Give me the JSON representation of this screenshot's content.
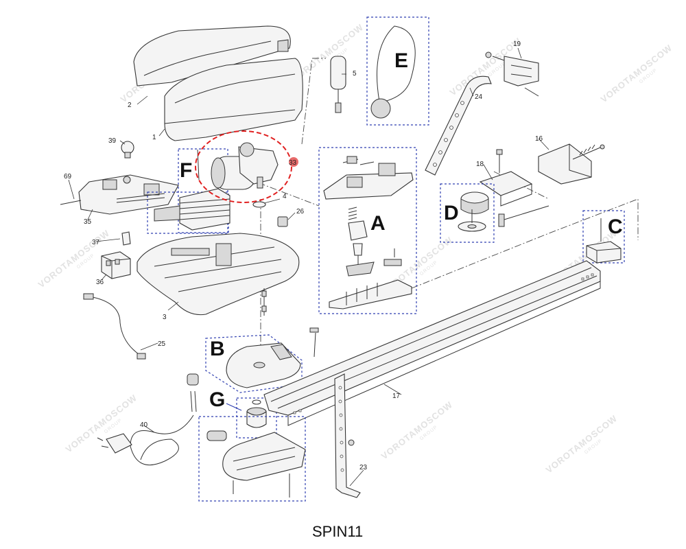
{
  "caption": "SPIN11",
  "watermark": {
    "brand": "VOROTAMOSCOW",
    "sub": "GROUP"
  },
  "group_labels": {
    "A": "A",
    "B": "B",
    "C": "C",
    "D": "D",
    "E": "E",
    "F": "F",
    "G": "G"
  },
  "callout": "33",
  "part_numbers": {
    "p1": "1",
    "p2": "2",
    "p3": "3",
    "p4": "4",
    "p5": "5",
    "p16": "16",
    "p17": "17",
    "p18": "18",
    "p19": "19",
    "p23": "23",
    "p24": "24",
    "p25": "25",
    "p26": "26",
    "p35": "35",
    "p36": "36",
    "p37": "37",
    "p39": "39",
    "p40": "40",
    "p69": "69"
  },
  "colors": {
    "group_box": "#2f3fb0",
    "callout_ring": "#e02020",
    "callout_fill": "#e86a6a"
  }
}
